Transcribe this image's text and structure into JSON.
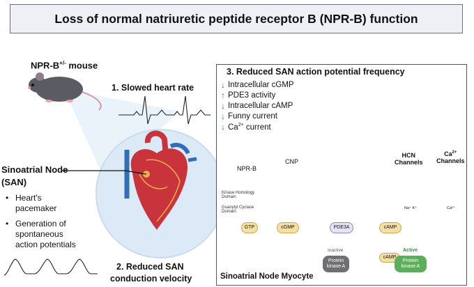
{
  "title": "Loss of normal natriuretic peptide receptor B (NPR-B) function",
  "mouse": {
    "label_main": "NPR-B",
    "label_sup": "+/-",
    "label_rest": " mouse"
  },
  "step1": "1. Slowed heart rate",
  "san": {
    "title_line1": "Sinoatrial Node",
    "title_line2": "(SAN)",
    "bullets": [
      {
        "line1": "Heart's",
        "line2": "pacemaker"
      },
      {
        "line1": "Generation of",
        "line2": "spontaneous",
        "line3": "action potentials"
      }
    ]
  },
  "step2": {
    "line1": "2. Reduced SAN",
    "line2": "conduction velocity"
  },
  "panel": {
    "title": "3. Reduced SAN action potential frequency",
    "changes": [
      {
        "dir": "down",
        "icon": "down-arrow-icon",
        "text": "Intracellular cGMP"
      },
      {
        "dir": "up",
        "icon": "up-arrow-icon",
        "text": "PDE3 activity"
      },
      {
        "dir": "down",
        "icon": "down-arrow-icon",
        "text": "Intracellular cAMP"
      },
      {
        "dir": "down",
        "icon": "down-arrow-icon",
        "text": "Funny current"
      },
      {
        "dir": "down",
        "icon": "down-arrow-icon",
        "text_pre": "Ca",
        "text_sup": "2+",
        "text_post": " current"
      }
    ],
    "myocyte_label": "Sinoatrial Node Myocyte",
    "npr_label": "NPR-B",
    "cnp_label": "CNP",
    "kinase_domain": {
      "line1": "Kinase Homology",
      "line2": "Domain"
    },
    "cyclase_domain": {
      "line1": "Guanylyl Cyclase",
      "line2": "Domain"
    },
    "hcn": {
      "line1": "HCN",
      "line2": "Channels"
    },
    "ca_channel": {
      "line1_pre": "Ca",
      "line1_sup": "2+",
      "line2": "Channels"
    },
    "ion_na_k": "Na⁺ K⁺",
    "ion_ca": "Ca²⁺",
    "pills": {
      "gtp": "GTP",
      "cgmp": "cGMP",
      "pde3a": "PDE3A",
      "camp": "cAMP",
      "camp2": "cAMP"
    },
    "inactive": {
      "state": "Inactive",
      "line1": "Protein",
      "line2": "kinase A"
    },
    "active": {
      "state": "Active",
      "line1": "Protein",
      "line2": "kinase A"
    }
  },
  "colors": {
    "accent_blue": "#1f6fb5",
    "title_bg": "#eef0f6",
    "membrane_blue": "#9fb4d4",
    "active_green": "#5cae5a",
    "pill_yellow": "#f5dfa6"
  }
}
